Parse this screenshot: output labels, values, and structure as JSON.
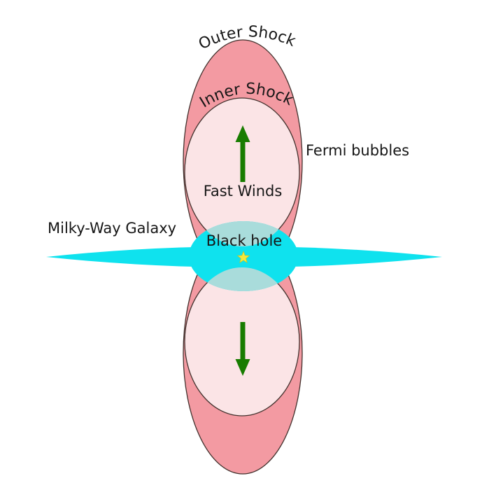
{
  "page": {
    "background": "#ffffff"
  },
  "diagram": {
    "labels": {
      "outer_shock": "Outer Shock",
      "inner_shock": "Inner Shock",
      "fermi_bubbles": "Fermi bubbles",
      "fast_winds": "Fast Winds",
      "milky_way_galaxy": "Milky-Way Galaxy",
      "black_hole": "Black hole"
    },
    "colors": {
      "outer_shock_fill": "#F39AA2",
      "inner_shock_fill": "#FBE4E6",
      "bubble_outline": "#43322E",
      "galaxy_disk": "#0FE2EE",
      "bulge_fill": "#0FE2EE",
      "bulge_overlap": "#A9DCDB",
      "arrow_green": "#187C00",
      "fast_winds_text": "#1F8A1F",
      "star_yellow": "#F2E83C",
      "label_text": "#161616"
    }
  }
}
